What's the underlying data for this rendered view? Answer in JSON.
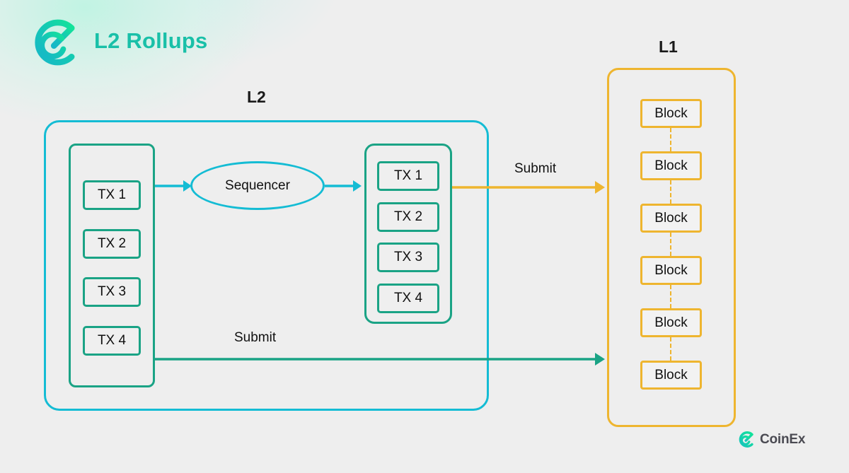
{
  "header": {
    "title": "L2 Rollups",
    "logo_icon": "coinex-logo-icon",
    "brand_color": "#19c0a8"
  },
  "diagram": {
    "l2": {
      "title": "L2",
      "border_color": "#14bcd4",
      "pending_pool": {
        "border_color": "#1aa385",
        "items": [
          "TX 1",
          "TX 2",
          "TX 3",
          "TX 4"
        ]
      },
      "sequencer": {
        "label": "Sequencer",
        "border_color": "#14bcd4"
      },
      "batch": {
        "border_color": "#1aa385",
        "items": [
          "TX 1",
          "TX 2",
          "TX 3",
          "TX 4"
        ]
      }
    },
    "l1": {
      "title": "L1",
      "border_color": "#eeb52f",
      "blocks": [
        "Block",
        "Block",
        "Block",
        "Block",
        "Block",
        "Block"
      ]
    },
    "edges": {
      "pool_to_sequencer": {
        "icon": "arrow-right-icon",
        "color": "#14bcd4"
      },
      "sequencer_to_batch": {
        "icon": "arrow-right-icon",
        "color": "#14bcd4"
      },
      "batch_to_l1": {
        "label": "Submit",
        "icon": "arrow-right-icon",
        "color": "#eeb52f"
      },
      "pool_to_l1": {
        "label": "Submit",
        "icon": "arrow-right-icon",
        "color": "#1aa385"
      }
    }
  },
  "watermark": {
    "brand": "CoinEx",
    "logo_icon": "coinex-logo-icon"
  }
}
